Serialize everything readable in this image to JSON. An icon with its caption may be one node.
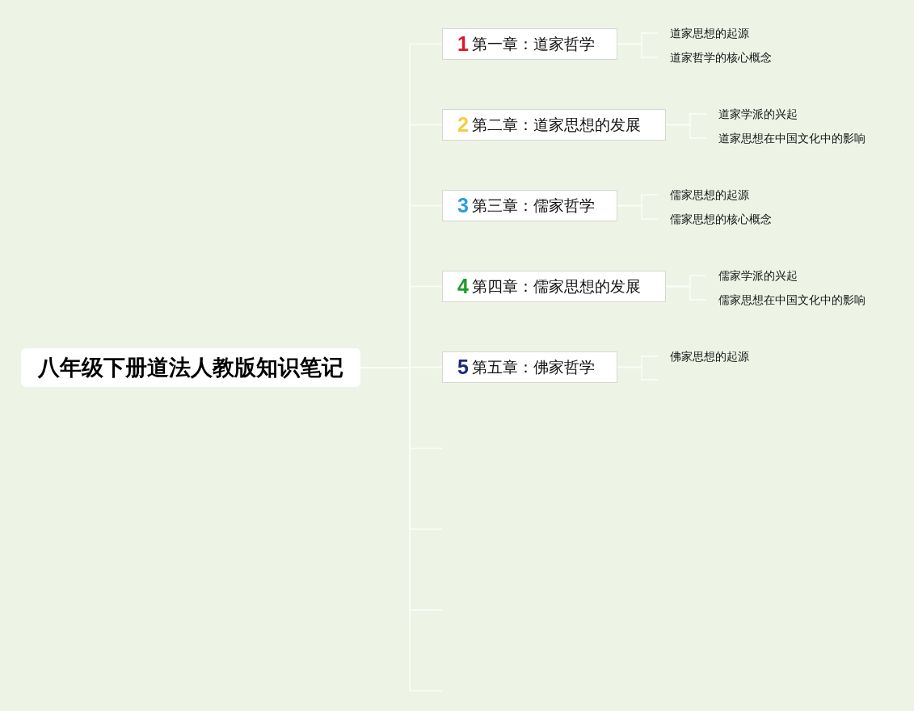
{
  "diagram": {
    "nodes": [
      {
        "text": [
          "八年级下册道法人教版知识笔记"
        ]
      },
      {
        "text": [
          "1",
          "第一章：道家哲学"
        ]
      },
      {
        "text": [
          "道家思想的起源"
        ]
      },
      {
        "text": [
          "道家哲学的核心概念"
        ]
      },
      {
        "text": [
          "2",
          "第二章：道家思想的发展"
        ]
      },
      {
        "text": [
          "道家学派的兴起"
        ]
      },
      {
        "text": [
          "道家思想在中国文化中的影响"
        ]
      },
      {
        "text": [
          "3",
          "第三章：儒家哲学"
        ]
      },
      {
        "text": [
          "儒家思想的起源"
        ]
      },
      {
        "text": [
          "儒家思想的核心概念"
        ]
      },
      {
        "text": [
          "4",
          "第四章：儒家思想的发展"
        ]
      },
      {
        "text": [
          "儒家学派的兴起"
        ]
      },
      {
        "text": [
          "儒家思想在中国文化中的影响"
        ]
      },
      {
        "text": [
          "5",
          "第五章：佛家哲学"
        ]
      },
      {
        "text": [
          "佛家思想的起源"
        ]
      }
    ],
    "edges": [
      {
        "from": 0,
        "to": 1,
        "arrow": "none"
      },
      {
        "from": 0,
        "to": 4,
        "arrow": "none"
      },
      {
        "from": 0,
        "to": 7,
        "arrow": "none"
      },
      {
        "from": 0,
        "to": 10,
        "arrow": "none"
      },
      {
        "from": 0,
        "to": 13,
        "arrow": "none"
      },
      {
        "from": 0,
        "to": null,
        "arrow": "none"
      },
      {
        "from": 0,
        "to": null,
        "arrow": "none"
      },
      {
        "from": 0,
        "to": null,
        "arrow": "none"
      },
      {
        "from": 0,
        "to": null,
        "arrow": "none"
      },
      {
        "from": 1,
        "to": 2,
        "arrow": "none"
      },
      {
        "from": 1,
        "to": 3,
        "arrow": "none"
      },
      {
        "from": 4,
        "to": 5,
        "arrow": "none"
      },
      {
        "from": 4,
        "to": 6,
        "arrow": "none"
      },
      {
        "from": 7,
        "to": 8,
        "arrow": "none"
      },
      {
        "from": 7,
        "to": 9,
        "arrow": "none"
      },
      {
        "from": 10,
        "to": 11,
        "arrow": "none"
      },
      {
        "from": 10,
        "to": 12,
        "arrow": "none"
      },
      {
        "from": 13,
        "to": 14,
        "arrow": "none"
      },
      {
        "from": 13,
        "to": null,
        "arrow": "none"
      }
    ]
  }
}
